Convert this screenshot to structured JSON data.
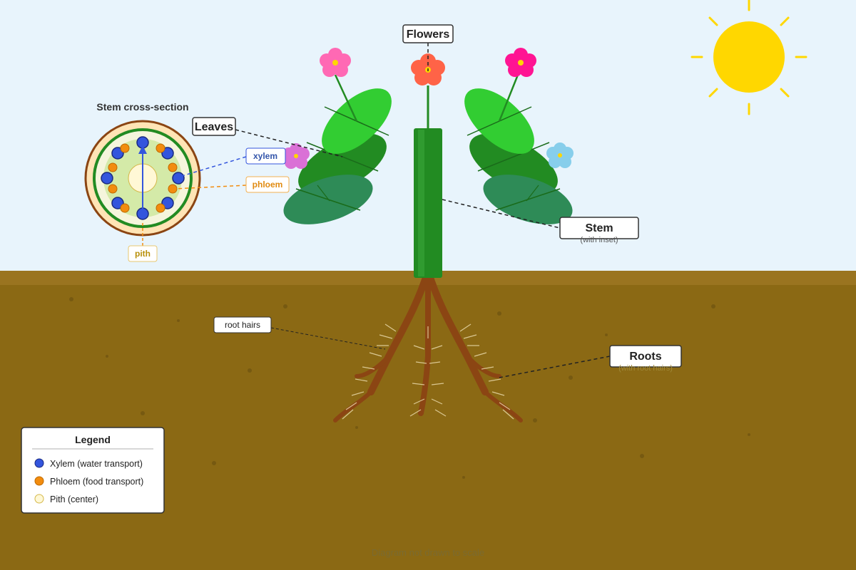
{
  "labels": {
    "flowers": "Flowers",
    "leaves": "Leaves",
    "stem": "Stem",
    "stem_sub": "(with inset)",
    "roots": "Roots",
    "roots_sub": "(with root hairs)",
    "root_hairs": "root hairs",
    "xylem": "xylem",
    "phloem": "phloem",
    "pith": "pith",
    "cross_section_title": "Stem cross-section"
  },
  "legend": {
    "title": "Legend",
    "items": [
      {
        "label": "Xylem (water transport)",
        "color": "#3355dd"
      },
      {
        "label": "Phloem (food transport)",
        "color": "#f28c0f"
      },
      {
        "label": "Pith (center)",
        "color": "#fff8d6"
      }
    ]
  },
  "footer_note": "Diagram not drawn to scale",
  "colors": {
    "sky": "#e8f4fc",
    "soil": "#8b6914",
    "soil_top": "#9a7420",
    "stem": "#228b22",
    "leaf_light": "#32cd32",
    "leaf_mid": "#228b22",
    "leaf_dark": "#2e8b57",
    "root": "#8b4513",
    "sun": "#ffd700",
    "flower_pink": "#ff69b4",
    "flower_red": "#ff6347",
    "flower_magenta": "#ff1493",
    "flower_violet": "#da70d6",
    "flower_blue": "#87ceeb"
  }
}
